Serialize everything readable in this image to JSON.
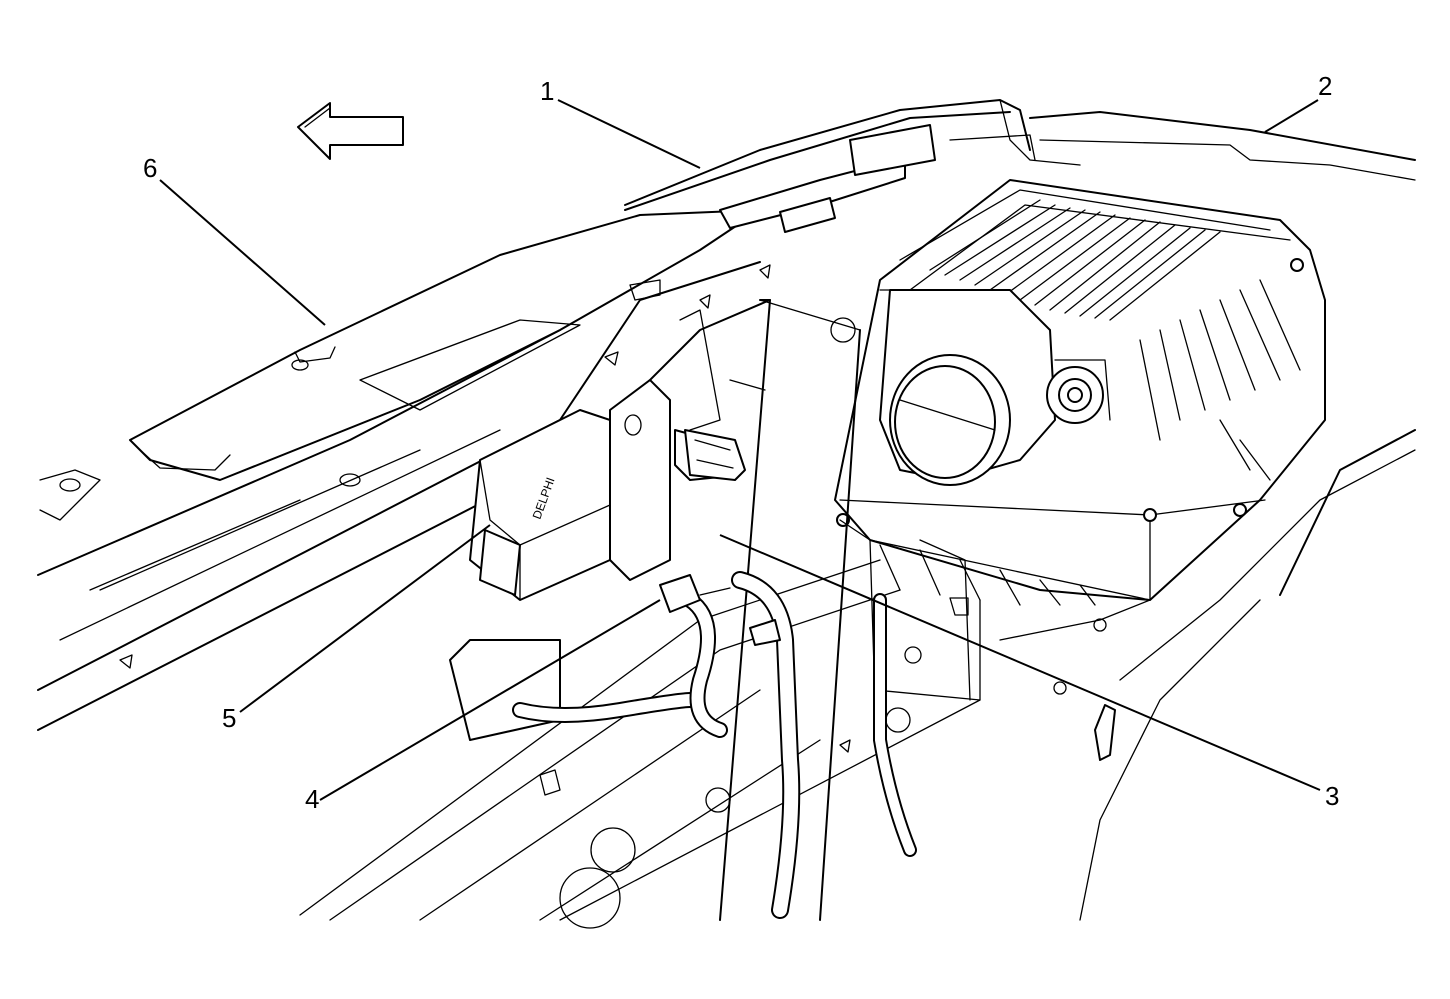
{
  "diagram": {
    "callouts": [
      {
        "id": "1",
        "label": "1"
      },
      {
        "id": "2",
        "label": "2"
      },
      {
        "id": "3",
        "label": "3"
      },
      {
        "id": "4",
        "label": "4"
      },
      {
        "id": "5",
        "label": "5"
      },
      {
        "id": "6",
        "label": "6"
      }
    ],
    "module_marking": "DELPHI",
    "colors": {
      "ink": "#000000",
      "paper": "#ffffff"
    }
  }
}
